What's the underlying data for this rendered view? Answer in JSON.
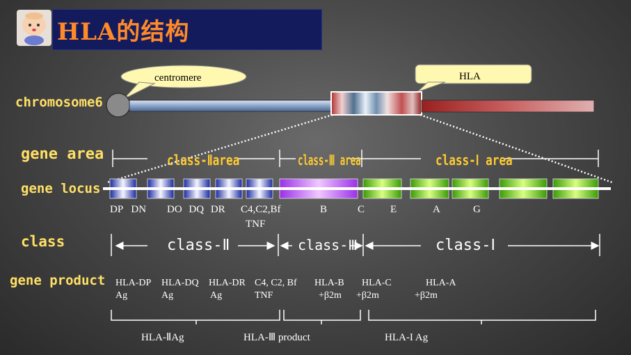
{
  "title": "HLA的结构",
  "callouts": {
    "centromere": "centromere",
    "hla": "HLA"
  },
  "row_labels": {
    "chromosome": "chromosome6",
    "gene_area": "gene area",
    "gene_locus": "gene locus",
    "class": "class",
    "gene_product": "gene product"
  },
  "areas": {
    "class2": "class-Ⅱarea",
    "class3": "class-Ⅲ area",
    "class1": "class-Ⅰ area"
  },
  "loci": {
    "dp_dn": "DP DN",
    "do_dq_dr": "DO DQ DR",
    "c4": "C4,C2,Bf",
    "tnf": "TNF",
    "b": "B",
    "c": "C",
    "e": "E",
    "a": "A",
    "g": "G"
  },
  "classes": {
    "c2": "class-Ⅱ",
    "c3": "class-Ⅲ",
    "c1": "class-Ⅰ"
  },
  "products": {
    "hla_dp": "HLA-DP",
    "hla_dq": "HLA-DQ",
    "hla_dr": "HLA-DR",
    "c4c2bf": "C4, C2, Bf",
    "hla_b": "HLA-B",
    "hla_c": "HLA-C",
    "hla_a": "HLA-A",
    "ag": "Ag",
    "tnf": "TNF",
    "b2m": "+β2m"
  },
  "groups": {
    "g2": "HLA-ⅡAg",
    "g3": "HLA-Ⅲ product",
    "g1": "HLA-I Ag"
  },
  "colors": {
    "title_bg": "#141b5c",
    "title_text": "#ff8a2a",
    "label_yellow": "#ffe066",
    "class2_blue": "#3a4fd8",
    "class3_purple": "#c060ff",
    "class1_green": "#66dd11"
  }
}
